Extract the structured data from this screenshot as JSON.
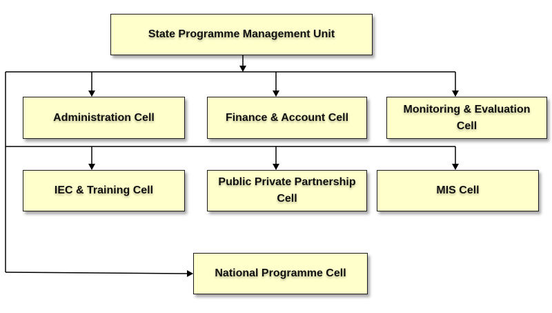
{
  "colors": {
    "box_fill": "#ffffcc",
    "box_border": "#1a1a1a",
    "connector": "#000000"
  },
  "nodes": {
    "spmu": "State Programme Management Unit",
    "admin": "Administration Cell",
    "finance": "Finance & Account Cell",
    "monitoring": "Monitoring & Evaluation Cell",
    "iec": "IEC & Training Cell",
    "ppp": "Public Private Partnership Cell",
    "mis": "MIS Cell",
    "national": "National Programme Cell"
  },
  "edges": [
    {
      "from": "spmu",
      "to": "admin"
    },
    {
      "from": "spmu",
      "to": "finance"
    },
    {
      "from": "spmu",
      "to": "monitoring"
    },
    {
      "from": "spmu",
      "to": "iec"
    },
    {
      "from": "spmu",
      "to": "ppp"
    },
    {
      "from": "spmu",
      "to": "mis"
    },
    {
      "from": "spmu",
      "to": "national"
    }
  ]
}
